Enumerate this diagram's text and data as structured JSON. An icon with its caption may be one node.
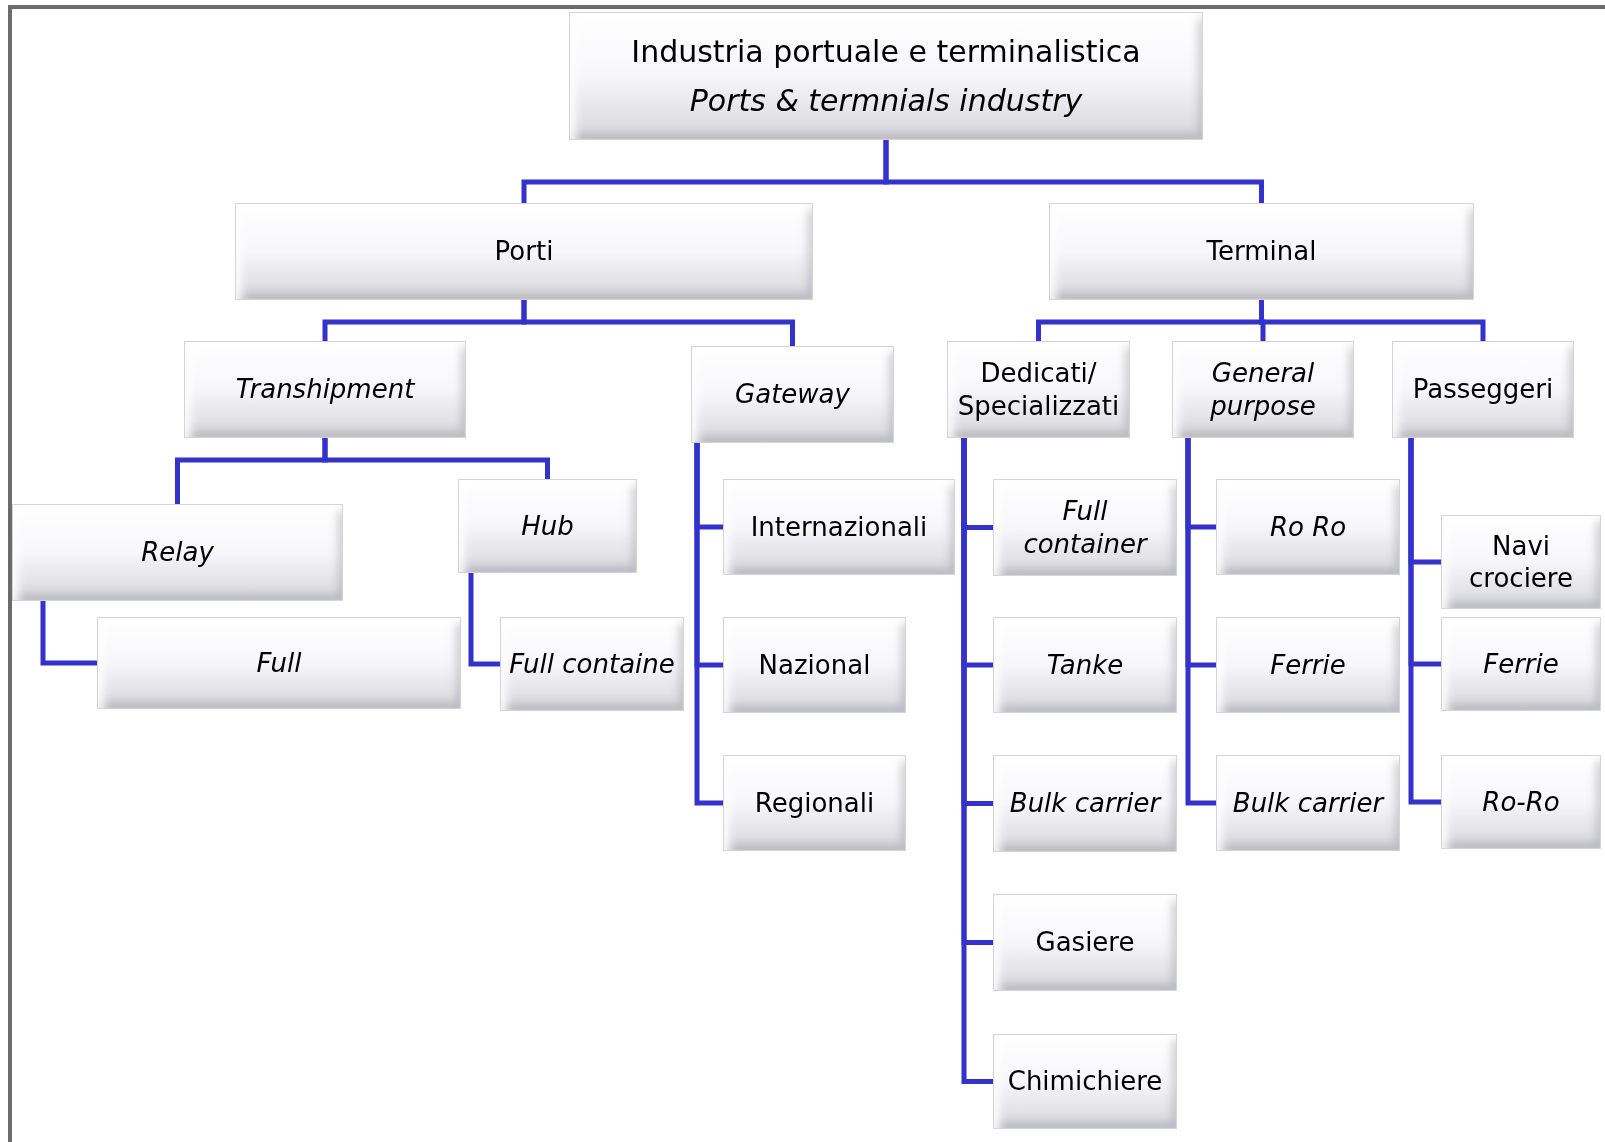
{
  "diagram": {
    "nodes": [
      {
        "text": [
          "Industria portuale e terminalistica",
          "Ports & termnials industry"
        ]
      },
      {
        "text": [
          "Porti"
        ]
      },
      {
        "text": [
          "Terminal"
        ]
      },
      {
        "text": [
          "Transhipment"
        ]
      },
      {
        "text": [
          "Gateway"
        ]
      },
      {
        "text": [
          "Relay"
        ]
      },
      {
        "text": [
          "Hub"
        ]
      },
      {
        "text": [
          "Full"
        ]
      },
      {
        "text": [
          "Full containe"
        ]
      },
      {
        "text": [
          "Internazionali"
        ]
      },
      {
        "text": [
          "Nazional"
        ]
      },
      {
        "text": [
          "Regionali"
        ]
      },
      {
        "text": [
          "Dedicati/ Specializzati"
        ]
      },
      {
        "text": [
          "General purpose"
        ]
      },
      {
        "text": [
          "Passeggeri"
        ]
      },
      {
        "text": [
          "Full container"
        ]
      },
      {
        "text": [
          "Tanke"
        ]
      },
      {
        "text": [
          "Bulk carrier"
        ]
      },
      {
        "text": [
          "Gasiere"
        ]
      },
      {
        "text": [
          "Chimichiere"
        ]
      },
      {
        "text": [
          "Ro Ro"
        ]
      },
      {
        "text": [
          "Ferrie"
        ]
      },
      {
        "text": [
          "Bulk carrier"
        ]
      },
      {
        "text": [
          "Navi crociere"
        ]
      },
      {
        "text": [
          "Ferrie"
        ]
      },
      {
        "text": [
          "Ro-Ro"
        ]
      }
    ],
    "edges": [
      {
        "from": 0,
        "to": 1,
        "arrow": "none"
      },
      {
        "from": 0,
        "to": 2,
        "arrow": "none"
      },
      {
        "from": 1,
        "to": 3,
        "arrow": "none"
      },
      {
        "from": 1,
        "to": 4,
        "arrow": "none"
      },
      {
        "from": 2,
        "to": 12,
        "arrow": "none"
      },
      {
        "from": 2,
        "to": 13,
        "arrow": "none"
      },
      {
        "from": 2,
        "to": 14,
        "arrow": "none"
      },
      {
        "from": 3,
        "to": 5,
        "arrow": "none"
      },
      {
        "from": 3,
        "to": 6,
        "arrow": "none"
      },
      {
        "from": 5,
        "to": 7,
        "arrow": "none"
      },
      {
        "from": 6,
        "to": 8,
        "arrow": "none"
      },
      {
        "from": 4,
        "to": 9,
        "arrow": "none"
      },
      {
        "from": 4,
        "to": 10,
        "arrow": "none"
      },
      {
        "from": 4,
        "to": 11,
        "arrow": "none"
      },
      {
        "from": 12,
        "to": 15,
        "arrow": "none"
      },
      {
        "from": 12,
        "to": 16,
        "arrow": "none"
      },
      {
        "from": 12,
        "to": 17,
        "arrow": "none"
      },
      {
        "from": 12,
        "to": 18,
        "arrow": "none"
      },
      {
        "from": 12,
        "to": 19,
        "arrow": "none"
      },
      {
        "from": 13,
        "to": 20,
        "arrow": "none"
      },
      {
        "from": 13,
        "to": 21,
        "arrow": "none"
      },
      {
        "from": 13,
        "to": 22,
        "arrow": "none"
      },
      {
        "from": 14,
        "to": 23,
        "arrow": "none"
      },
      {
        "from": 14,
        "to": 24,
        "arrow": "none"
      },
      {
        "from": 14,
        "to": 25,
        "arrow": "none"
      }
    ]
  }
}
